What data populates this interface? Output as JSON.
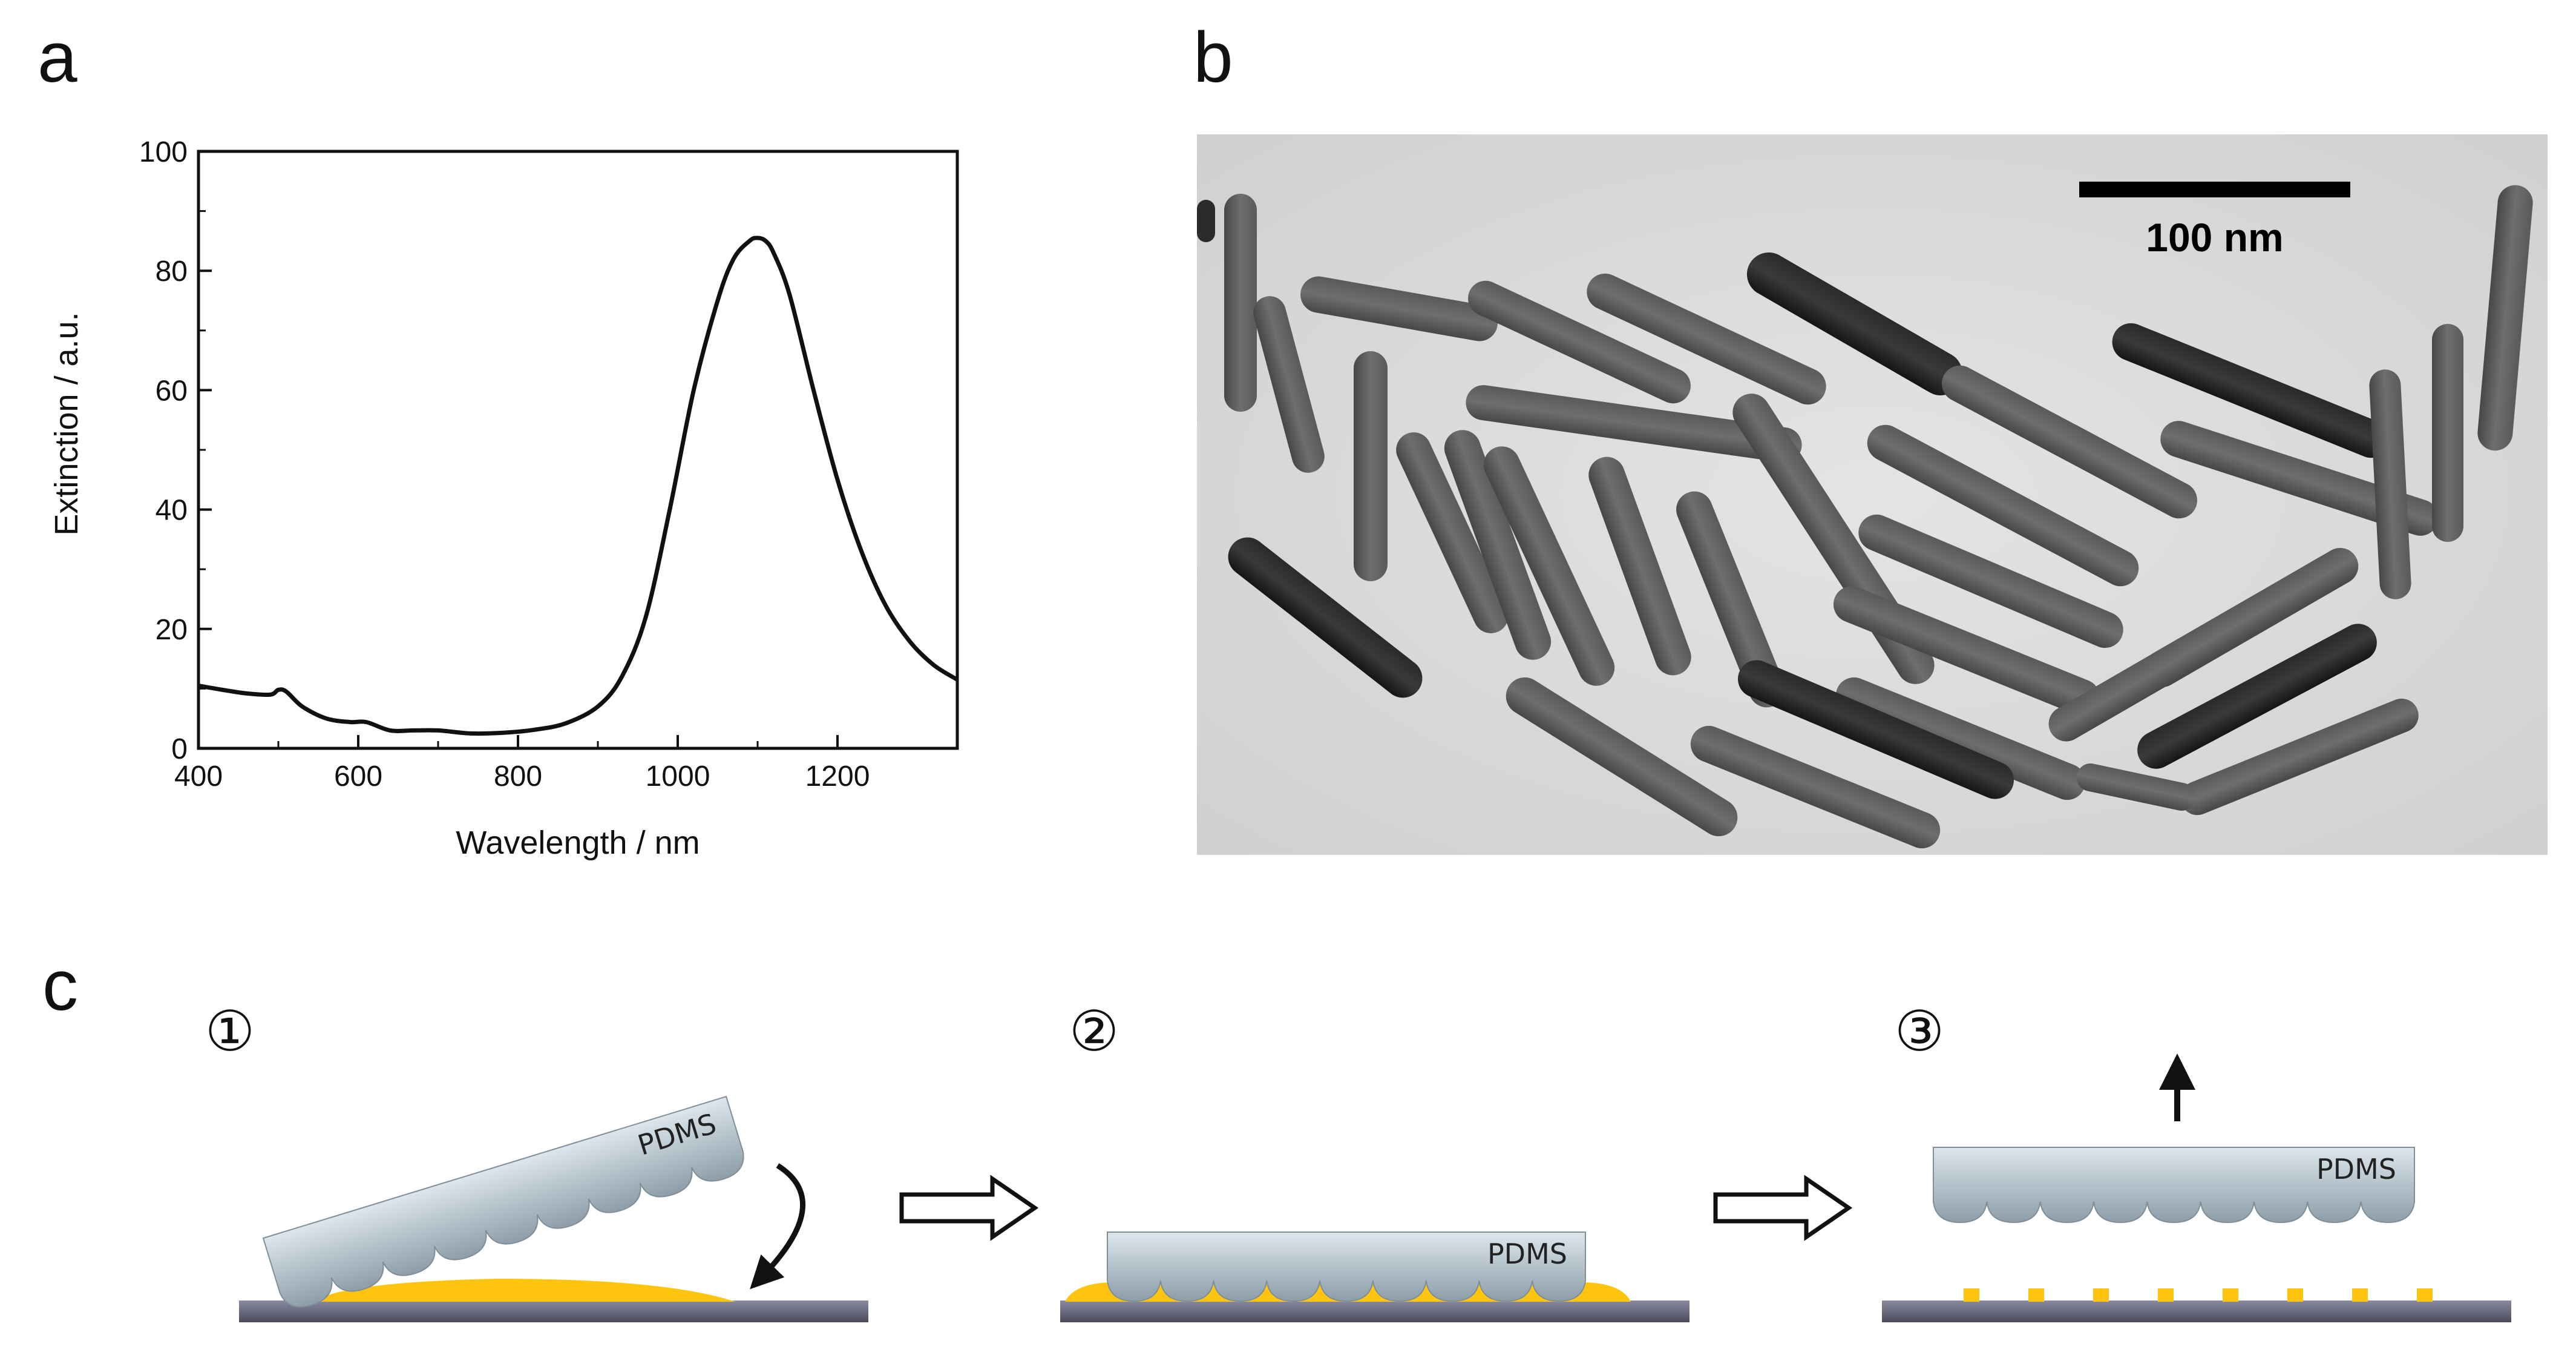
{
  "panels": {
    "a": "a",
    "b": "b",
    "c": "c"
  },
  "chart_data": {
    "type": "line",
    "xlabel": "Wavelength / nm",
    "ylabel": "Extinction / a.u.",
    "xlim": [
      400,
      1350
    ],
    "ylim": [
      0,
      100
    ],
    "x_ticks": [
      400,
      600,
      800,
      1000,
      1200
    ],
    "y_ticks": [
      0,
      20,
      40,
      60,
      80,
      100
    ],
    "grid": false,
    "series": [
      {
        "x": [
          400,
          430,
          460,
          490,
          500,
          510,
          530,
          560,
          590,
          610,
          640,
          670,
          700,
          740,
          780,
          820,
          860,
          900,
          930,
          960,
          990,
          1020,
          1050,
          1070,
          1090,
          1100,
          1110,
          1120,
          1140,
          1170,
          1200,
          1230,
          1260,
          1290,
          1320,
          1350
        ],
        "y": [
          10.5,
          9.8,
          9.2,
          9.0,
          9.8,
          9.5,
          7.0,
          5.0,
          4.4,
          4.4,
          3.0,
          3.0,
          3.0,
          2.5,
          2.6,
          3.1,
          4.2,
          7.0,
          12.0,
          22.0,
          40.0,
          60.0,
          75.0,
          82.0,
          85.0,
          85.5,
          85.0,
          83.0,
          76.0,
          60.0,
          45.0,
          33.0,
          24.0,
          18.0,
          14.0,
          11.5
        ]
      }
    ]
  },
  "tem": {
    "scale_bar_label": "100 nm"
  },
  "schematic": {
    "steps": [
      "①",
      "②",
      "③"
    ],
    "pdms_label": "PDMS",
    "colors": {
      "pdms_top": "#d9e3ea",
      "pdms_bottom": "#93a3ad",
      "gold": "#ffc40d",
      "substrate": "#5a5a6e",
      "substrate_edge": "#8e8ea0"
    }
  }
}
